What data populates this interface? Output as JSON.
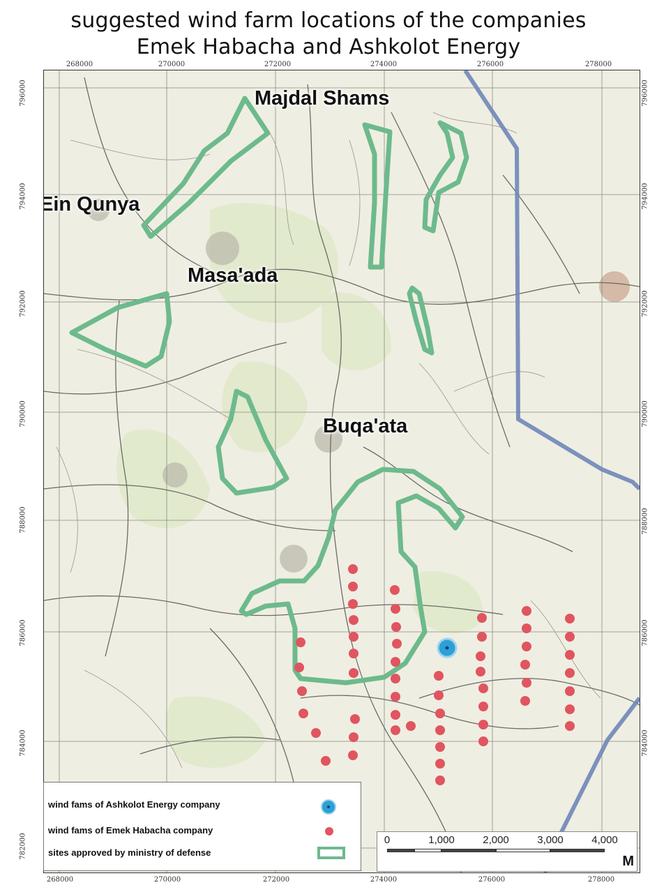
{
  "title": {
    "line1": "suggested wind farm locations of the companies",
    "line2": "Emek Habacha and Ashkolot Energy"
  },
  "grid": {
    "top_labels": [
      "268000",
      "270000",
      "272000",
      "274000",
      "276000",
      "278000"
    ],
    "bottom_labels": [
      "268000",
      "270000",
      "272000",
      "274000",
      "276000",
      "278000"
    ],
    "left_labels": [
      "796000",
      "794000",
      "792000",
      "790000",
      "788000",
      "786000",
      "784000",
      "782000"
    ],
    "right_labels": [
      "796000",
      "794000",
      "792000",
      "790000",
      "788000",
      "786000",
      "784000"
    ]
  },
  "places": {
    "majdal_shams": "Majdal Shams",
    "ein_qunya": "Ein Qunya",
    "masaada": "Masa'ada",
    "buqaata": "Buqa'ata"
  },
  "legend": {
    "ashkolot": "wind fams of Ashkolot Energy company",
    "emek": "wind fams of Emek Habacha company",
    "defense": "sites approved by ministry of defense"
  },
  "scalebar": {
    "labels": [
      "0",
      "1,000",
      "2,000",
      "3,000",
      "4,000"
    ],
    "unit": "M"
  },
  "colors": {
    "approved_sites": "#6dba8c",
    "emek_turbines": "#e0555f",
    "ashkolot_turbine": "#2e9fd6",
    "border_line": "#6f86b8",
    "map_background": "#efeee2"
  }
}
